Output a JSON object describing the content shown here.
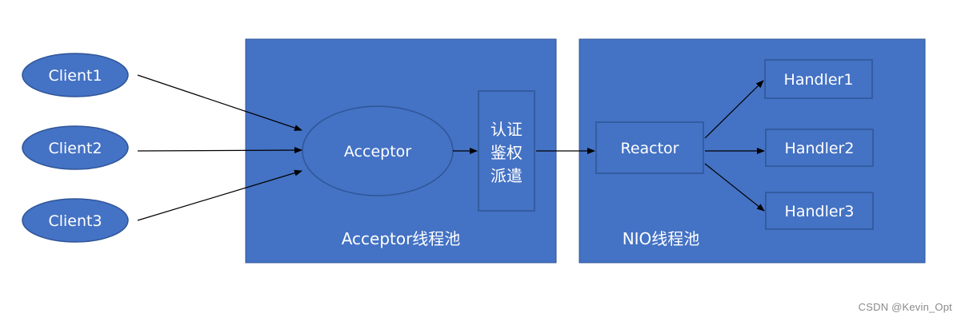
{
  "colors": {
    "node_fill": "#4472c4",
    "node_stroke": "#2f5597",
    "arrow": "#000000",
    "text": "#ffffff"
  },
  "clients": [
    {
      "label": "Client1"
    },
    {
      "label": "Client2"
    },
    {
      "label": "Client3"
    }
  ],
  "acceptor_pool": {
    "title": "Acceptor线程池",
    "acceptor": "Acceptor",
    "auth_lines": [
      "认证",
      "鉴权",
      "派遣"
    ]
  },
  "nio_pool": {
    "title": "NIO线程池",
    "reactor": "Reactor",
    "handlers": [
      {
        "label": "Handler1"
      },
      {
        "label": "Handler2"
      },
      {
        "label": "Handler3"
      }
    ]
  },
  "watermark": "CSDN @Kevin_Opt"
}
